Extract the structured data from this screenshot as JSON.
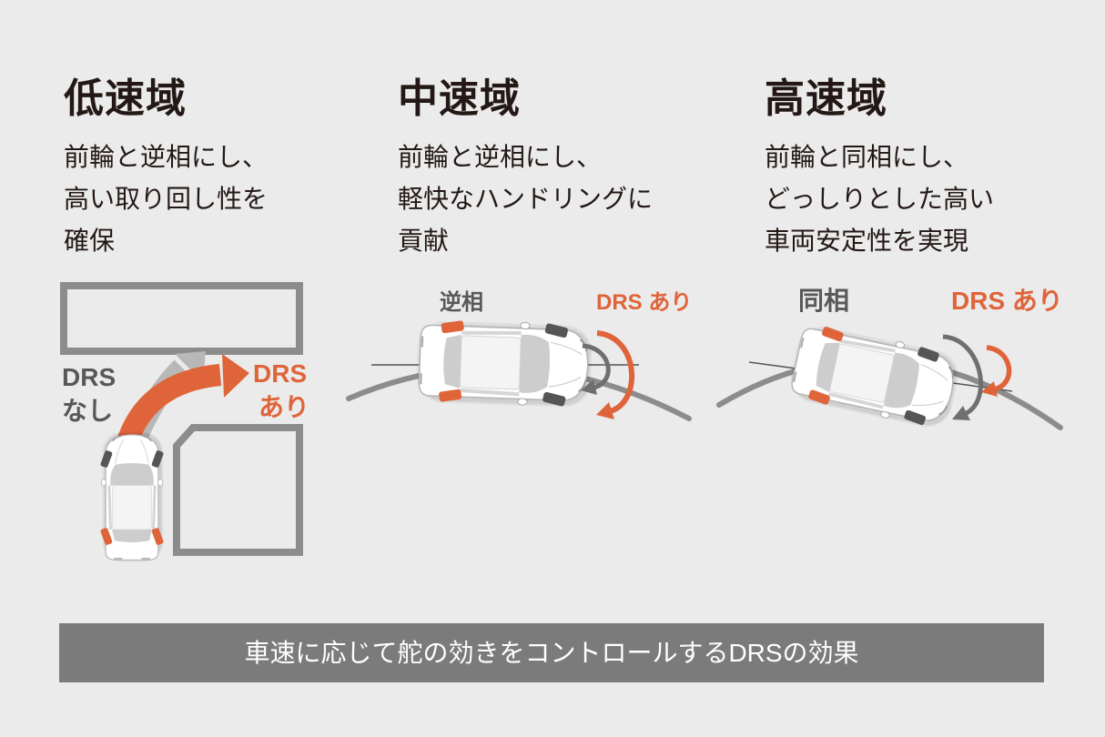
{
  "columns": [
    {
      "title": "低速域",
      "lines": [
        "前輪と逆相にし、",
        "高い取り回し性を",
        "確保"
      ]
    },
    {
      "title": "中速域",
      "lines": [
        "前輪と逆相にし、",
        "軽快なハンドリングに",
        "貢献"
      ]
    },
    {
      "title": "高速域",
      "lines": [
        "前輪と同相にし、",
        "どっしりとした高い",
        "車両安定性を実現"
      ]
    }
  ],
  "diagrams": {
    "low_speed": {
      "without_drs": [
        "DRS",
        "なし"
      ],
      "with_drs": [
        "DRS",
        "あり"
      ]
    },
    "mid_speed": {
      "phase": "逆相",
      "with_drs": "DRS あり"
    },
    "high_speed": {
      "phase": "同相",
      "with_drs": "DRS あり"
    }
  },
  "footer": {
    "caption": "車速に応じて舵の効きをコントロールするDRSの効果"
  },
  "colors": {
    "accent": "#e0643a",
    "outline": "#8c8c8c",
    "label": "#595757",
    "bg": "#ebebeb",
    "footer": "#7b7b7b",
    "text": "#231815"
  }
}
